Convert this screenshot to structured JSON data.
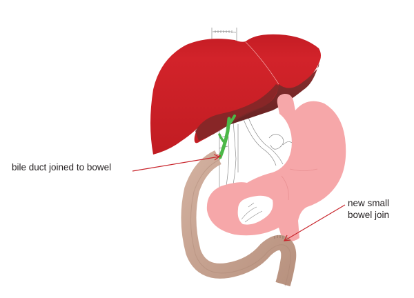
{
  "diagram": {
    "type": "anatomical-illustration",
    "subject": "liver, stomach, small bowel with bile duct reconstruction",
    "labels": {
      "bile_duct": "bile duct joined to bowel",
      "bowel_join_line1": "new small",
      "bowel_join_line2": "bowel join"
    },
    "colors": {
      "liver": "#d2232a",
      "liver_shadow": "#7a2a2a",
      "stomach": "#f7a8aa",
      "bowel": "#c9a593",
      "bile_duct": "#4cb848",
      "arrow": "#c8242b",
      "outline": "#9a9a9a",
      "text": "#231f20"
    }
  }
}
